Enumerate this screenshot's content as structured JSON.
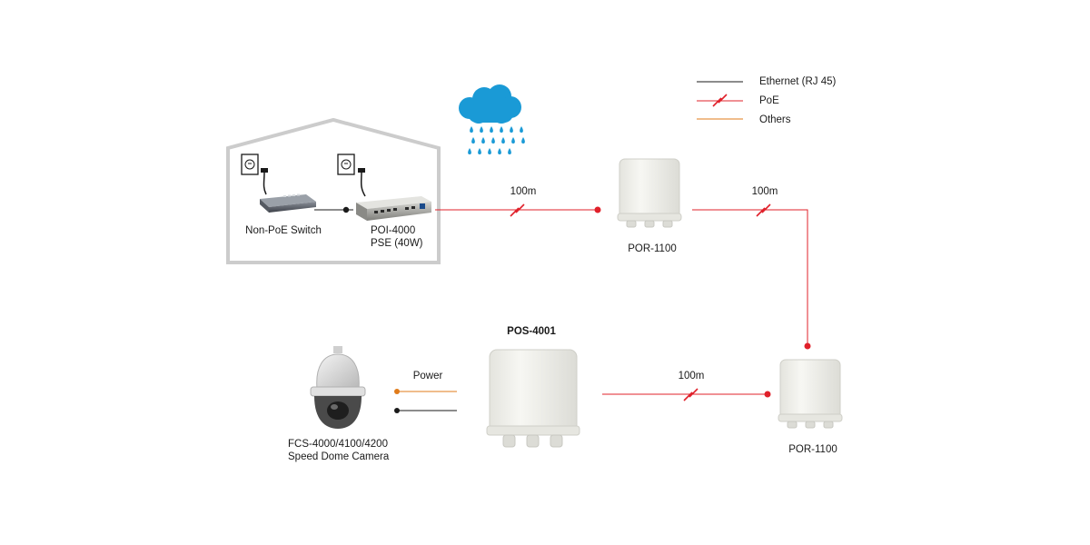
{
  "legend": {
    "items": [
      {
        "label": "Ethernet (RJ 45)",
        "type": "ethernet"
      },
      {
        "label": "PoE",
        "type": "poe"
      },
      {
        "label": "Others",
        "type": "others"
      }
    ]
  },
  "colors": {
    "ethernet": "#1a1a1a",
    "poe": "#e0202a",
    "others": "#e07b1a",
    "house": "#cccccc",
    "cloud": "#1a9ad6",
    "device_body": "#f2f2ee"
  },
  "devices": {
    "switch": {
      "label": "Non-PoE Switch"
    },
    "pse": {
      "label_line1": "POI-4000",
      "label_line2": "PSE (40W)"
    },
    "repeater1": {
      "label": "POR-1100"
    },
    "repeater2": {
      "label": "POR-1100"
    },
    "splitter": {
      "label": "POS-4001"
    },
    "camera": {
      "label_line1": "FCS-4000/4100/4200",
      "label_line2": "Speed Dome Camera"
    }
  },
  "links": {
    "pse_to_repeater1": {
      "distance": "100m"
    },
    "repeater1_to_repeater2": {
      "distance": "100m"
    },
    "repeater2_to_splitter": {
      "distance": "100m"
    },
    "splitter_to_camera_power": {
      "label": "Power"
    }
  },
  "icons": {
    "weather": "rain-cloud-icon",
    "outlet": "power-outlet-icon"
  }
}
